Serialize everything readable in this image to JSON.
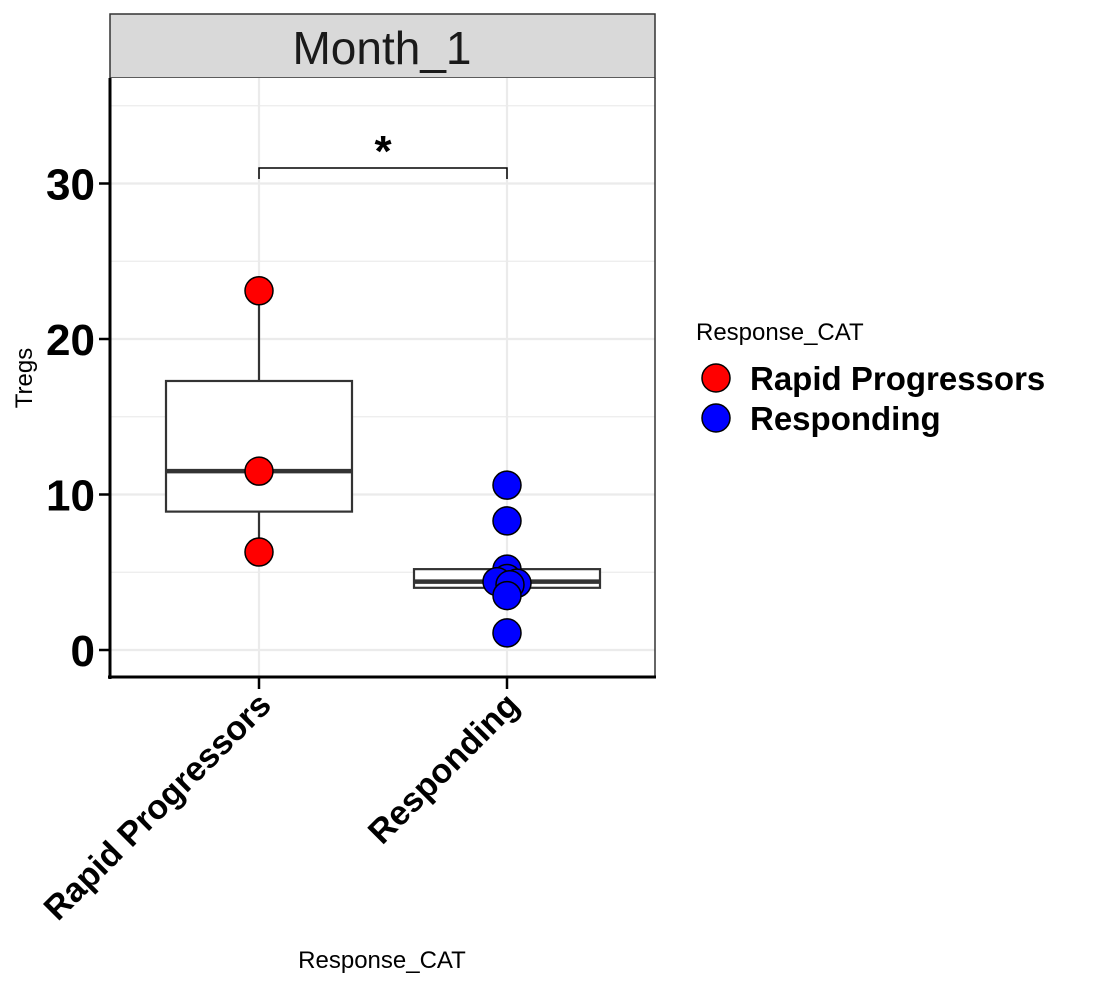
{
  "chart_data": {
    "type": "box",
    "facet": "Month_1",
    "xlabel": "Response_CAT",
    "ylabel": "Tregs",
    "ylim": [
      -1.8,
      36.5
    ],
    "yticks": [
      0,
      10,
      20,
      30
    ],
    "grid": true,
    "categories": [
      "Rapid Progressors",
      "Responding"
    ],
    "legend": {
      "title": "Response_CAT",
      "position": "right",
      "entries": [
        {
          "label": "Rapid Progressors",
          "color": "#ff0000"
        },
        {
          "label": "Responding",
          "color": "#0000ff"
        }
      ]
    },
    "boxes": [
      {
        "category": "Rapid Progressors",
        "whisker_low": 6.3,
        "q1": 8.9,
        "median": 11.5,
        "q3": 17.3,
        "whisker_high": 23.1
      },
      {
        "category": "Responding",
        "whisker_low": 4.0,
        "q1": 4.0,
        "median": 4.4,
        "q3": 5.2,
        "whisker_high": 5.2
      }
    ],
    "points": [
      {
        "category": "Rapid Progressors",
        "values": [
          23.1,
          11.5,
          6.3
        ]
      },
      {
        "category": "Responding",
        "values": [
          10.6,
          8.3,
          5.2,
          4.6,
          4.4,
          4.3,
          4.2,
          3.5,
          1.1
        ]
      }
    ],
    "significance": {
      "from": "Rapid Progressors",
      "to": "Responding",
      "y": 31.0,
      "label": "*"
    }
  }
}
